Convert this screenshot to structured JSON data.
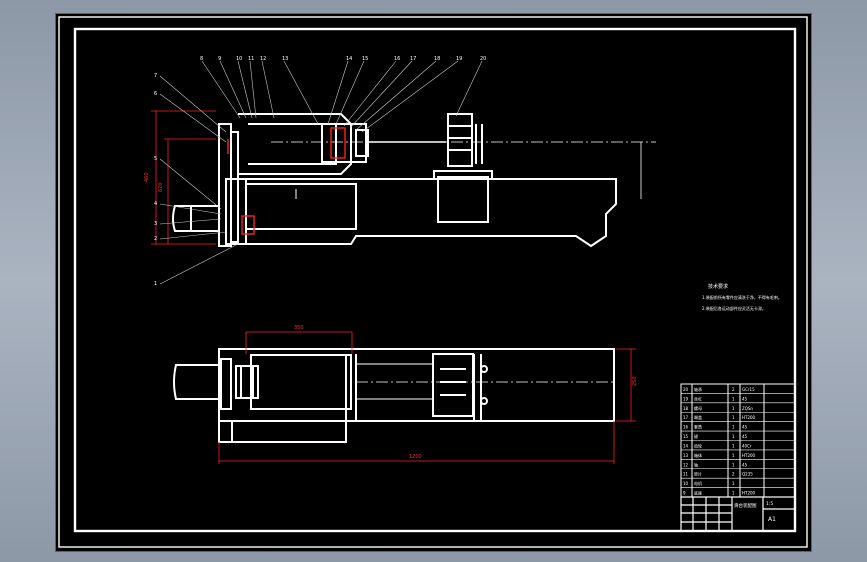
{
  "drawing": {
    "background": "#000000",
    "line_color": "#ffffff",
    "dimension_color": "#ff2020",
    "leader_color": "#c8c8c8"
  },
  "notes": {
    "title": "技术要求",
    "line1": "1.装配前所有零件应清洗干净，不得有毛刺。",
    "line2": "2.装配后各运动部件应灵活无卡滞。"
  },
  "part_numbers_top": [
    "8",
    "9",
    "10",
    "11",
    "12",
    "13",
    "14",
    "15",
    "16",
    "17",
    "18",
    "19",
    "20"
  ],
  "part_numbers_left": [
    "7",
    "6",
    "5",
    "4",
    "3",
    "2",
    "1"
  ],
  "dimensions": {
    "top_height": "460",
    "top_width": "620",
    "plan_center": "350",
    "plan_overall": "1200",
    "plan_width": "250"
  },
  "bom_rows": [
    {
      "no": "20",
      "name": "轴承",
      "qty": "2",
      "mat": "GCr15"
    },
    {
      "no": "19",
      "name": "丝杠",
      "qty": "1",
      "mat": "45"
    },
    {
      "no": "18",
      "name": "螺母",
      "qty": "1",
      "mat": "ZQSn"
    },
    {
      "no": "17",
      "name": "端盖",
      "qty": "1",
      "mat": "HT200"
    },
    {
      "no": "16",
      "name": "套筒",
      "qty": "1",
      "mat": "45"
    },
    {
      "no": "15",
      "name": "键",
      "qty": "1",
      "mat": "45"
    },
    {
      "no": "14",
      "name": "齿轮",
      "qty": "1",
      "mat": "40Cr"
    },
    {
      "no": "13",
      "name": "箱体",
      "qty": "1",
      "mat": "HT200"
    },
    {
      "no": "12",
      "name": "轴",
      "qty": "1",
      "mat": "45"
    },
    {
      "no": "11",
      "name": "垫片",
      "qty": "2",
      "mat": "Q235"
    },
    {
      "no": "10",
      "name": "电机",
      "qty": "1",
      "mat": ""
    },
    {
      "no": "9",
      "name": "底座",
      "qty": "1",
      "mat": "HT200"
    }
  ],
  "title_block": {
    "drawing_name": "滑台装配图",
    "scale": "1:5",
    "sheet": "A1"
  }
}
